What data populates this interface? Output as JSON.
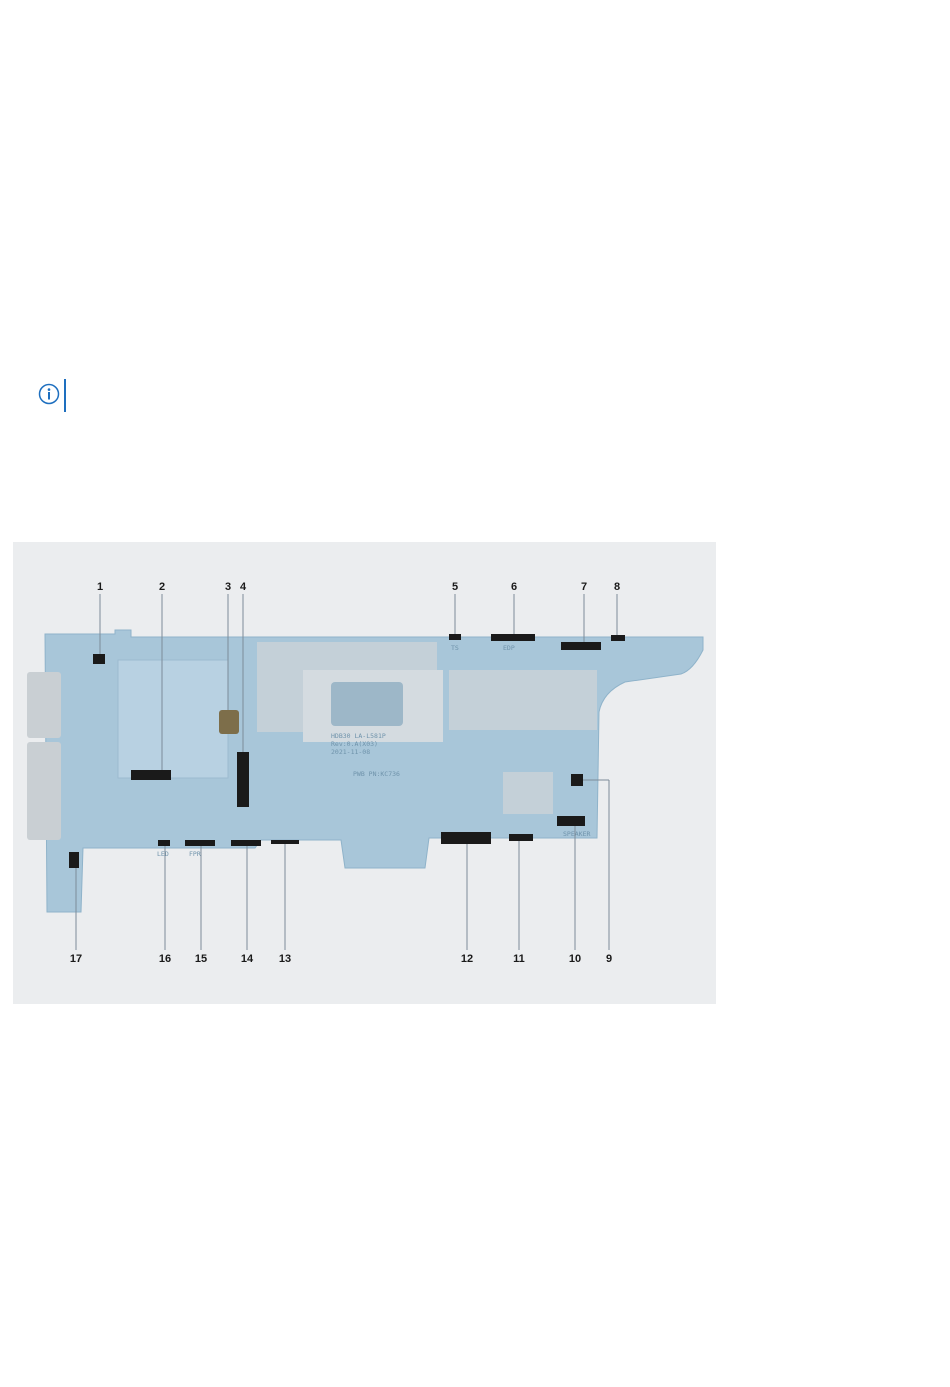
{
  "note": {
    "icon": "info-icon",
    "accent_color": "#1e6fbf"
  },
  "figure": {
    "callouts": [
      {
        "label": "1"
      },
      {
        "label": "2"
      },
      {
        "label": "3"
      },
      {
        "label": "4"
      },
      {
        "label": "5"
      },
      {
        "label": "6"
      },
      {
        "label": "7"
      },
      {
        "label": "8"
      },
      {
        "label": "9"
      },
      {
        "label": "10"
      },
      {
        "label": "11"
      },
      {
        "label": "12"
      },
      {
        "label": "13"
      },
      {
        "label": "14"
      },
      {
        "label": "15"
      },
      {
        "label": "16"
      },
      {
        "label": "17"
      }
    ],
    "board_silkscreen": {
      "line1": "HDB30 LA-L581P",
      "line2": "Rev:0.A(X03)",
      "line3": "2021-11-08",
      "pn": "PWB PN:KC736",
      "conn_ts": "TS",
      "conn_edp": "EDP",
      "conn_speaker": "SPEAKER",
      "conn_fpr": "FPR",
      "conn_led": "LED"
    },
    "colors": {
      "background": "#ebedef",
      "board": "#a8c6d9",
      "connector": "#1a1a1a",
      "shield": "#c4d0d8"
    }
  }
}
